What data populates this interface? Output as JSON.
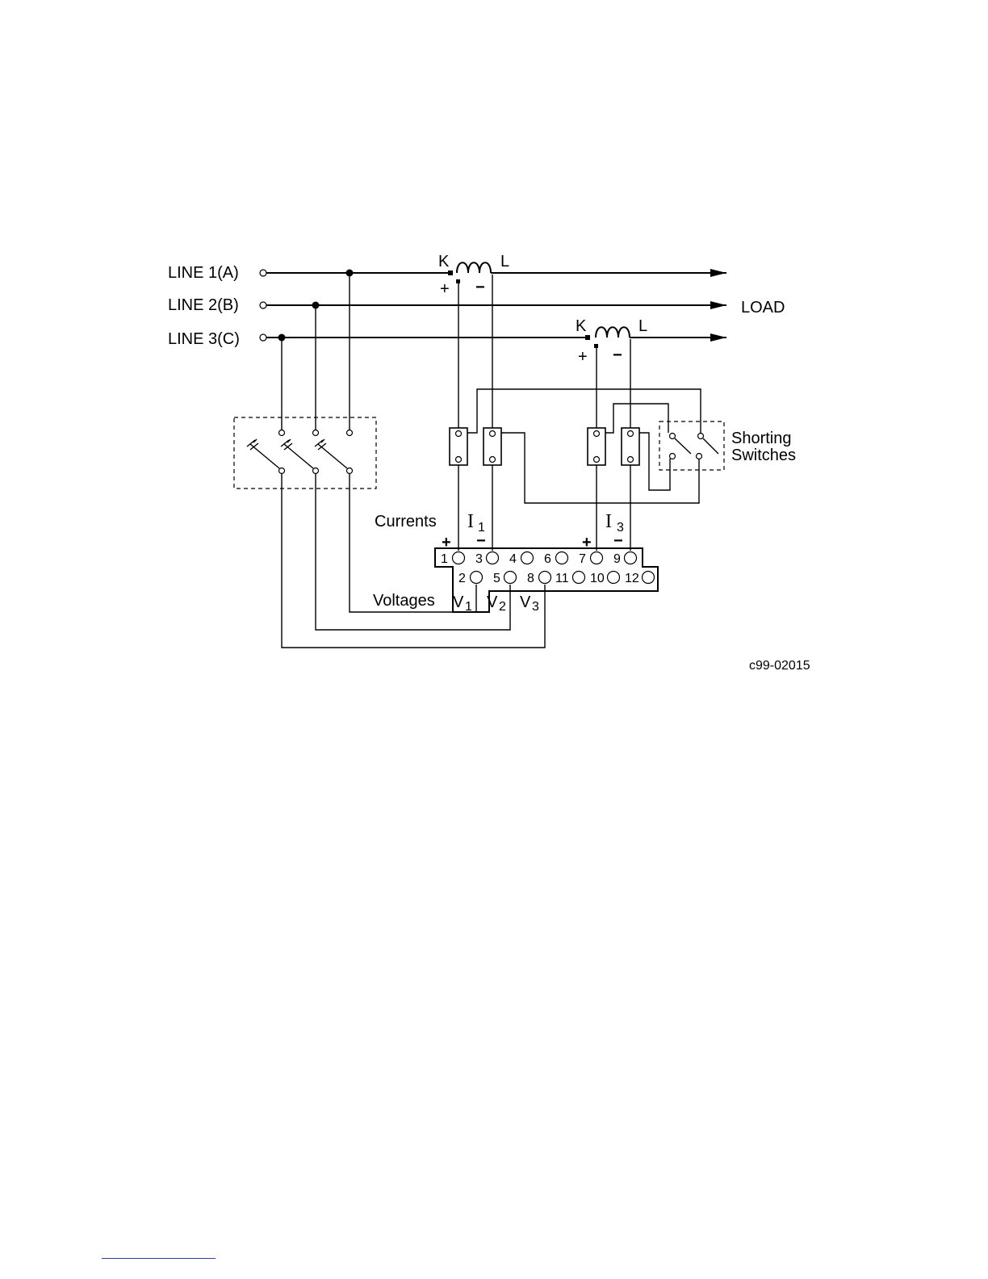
{
  "lines": [
    {
      "label": "LINE  1(A)"
    },
    {
      "label": "LINE  2(B)"
    },
    {
      "label": "LINE  3(C)"
    }
  ],
  "load_label": "LOAD",
  "ct1": {
    "k": "K",
    "l": "L",
    "plus": "+",
    "minus": "−"
  },
  "ct3": {
    "k": "K",
    "l": "L",
    "plus": "+",
    "minus": "−"
  },
  "shorting_switches": {
    "line1": "Shorting",
    "line2": "Switches"
  },
  "currents_label": "Currents",
  "i1": {
    "symbol": "I",
    "sub": "1"
  },
  "i3": {
    "symbol": "I",
    "sub": "3"
  },
  "polarity": {
    "i1_plus": "+",
    "i1_minus": "−",
    "i3_plus": "+",
    "i3_minus": "−"
  },
  "terminals_top": [
    "1",
    "3",
    "4",
    "6",
    "7",
    "9"
  ],
  "terminals_bottom": [
    "2",
    "5",
    "8",
    "11",
    "10",
    "12"
  ],
  "voltages_label": "Voltages",
  "v1": {
    "symbol": "V",
    "sub": "1"
  },
  "v2": {
    "symbol": "V",
    "sub": "2"
  },
  "v3": {
    "symbol": "V",
    "sub": "3"
  },
  "figure_id": "c99-02015"
}
